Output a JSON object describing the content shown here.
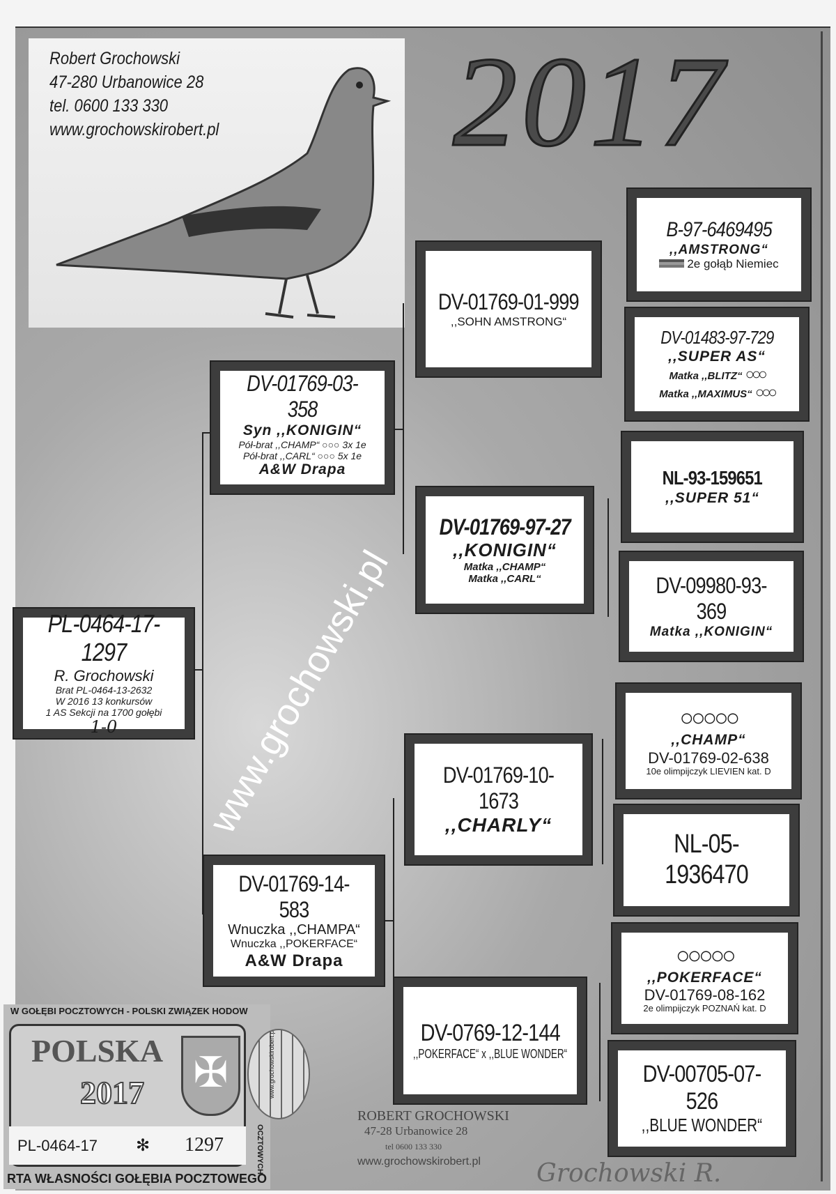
{
  "header": {
    "breeder": "Robert Grochowski",
    "address": "47-280  Urbanowice 28",
    "phone": "tel. 0600 133 330",
    "website": "www.grochowskirobert.pl"
  },
  "year": "2017",
  "watermark": "www.grochowski.pl",
  "pigeons": {
    "main": {
      "ring": "PL-0464-17-1297",
      "owner": "R. Grochowski",
      "l1": "Brat PL-0464-13-2632",
      "l2": "W 2016 13 konkursów",
      "l3": "1 AS Sekcji na 1700 gołębi",
      "note": "1-0"
    },
    "sire": {
      "ring": "DV-01769-03-358",
      "name": "Syn ,,KONIGIN“",
      "l1": "Pół-brat ,,CHAMP“ ○○○ 3x 1e",
      "l2": "Pół-brat ,,CARL“ ○○○ 5x 1e",
      "breeder": "A&W Drapa"
    },
    "dam": {
      "ring": "DV-01769-14-583",
      "l1": "Wnuczka ,,CHAMPA“",
      "l2": "Wnuczka ,,POKERFACE“",
      "breeder": "A&W Drapa"
    },
    "ss": {
      "ring": "DV-01769-01-999",
      "name": ",,SOHN AMSTRONG“"
    },
    "sd": {
      "ring": "DV-01769-97-27",
      "name": ",,KONIGIN“",
      "l1": "Matka ,,CHAMP“",
      "l2": "Matka ,,CARL“"
    },
    "ds": {
      "ring": "DV-01769-10-1673",
      "name": ",,CHARLY“"
    },
    "dd": {
      "ring": "DV-0769-12-144",
      "name": ",,POKERFACE“ x ,,BLUE WONDER“"
    },
    "sss": {
      "ring": "B-97-6469495",
      "name": ",,AMSTRONG“",
      "l1": "2e gołąb Niemiec"
    },
    "ssd": {
      "ring": "DV-01483-97-729",
      "name": ",,SUPER AS“",
      "l1": "Matka ,,BLITZ“",
      "l2": "Matka ,,MAXIMUS“"
    },
    "sds": {
      "ring": "NL-93-159651",
      "name": ",,SUPER 51“"
    },
    "sdd": {
      "ring": "DV-09980-93-369",
      "name": "Matka ,,KONIGIN“"
    },
    "dss": {
      "name": ",,CHAMP“",
      "ring": "DV-01769-02-638",
      "l1": "10e olimpijczyk LIEVIEN kat. D"
    },
    "dsd": {
      "ring": "NL-05-1936470"
    },
    "dds": {
      "name": ",,POKERFACE“",
      "ring": "DV-01769-08-162",
      "l1": "2e olimpijczyk POZNAŃ kat. D"
    },
    "ddd": {
      "ring": "DV-00705-07-526",
      "name": ",,BLUE WONDER“"
    }
  },
  "stamp": {
    "top": "W GOŁĘBI POCZTOWYCH - POLSKI ZWIĄZEK HODOW",
    "country": "POLSKA",
    "year": "2017",
    "ring_prefix": "PL-0464-17",
    "ring_no": "1297",
    "bottom": "RTA WŁASNOŚCI GOŁĘBIA POCZTOWEGO",
    "side": "OCZTOWYCH",
    "seal": "www.grochowskirobert.pl"
  },
  "footer": {
    "name": "ROBERT GROCHOWSKI",
    "addr": "47-28  Urbanowice 28",
    "tel": "tel 0600 133 330",
    "web": "www.grochowskirobert.pl",
    "signature": "Grochowski R."
  }
}
